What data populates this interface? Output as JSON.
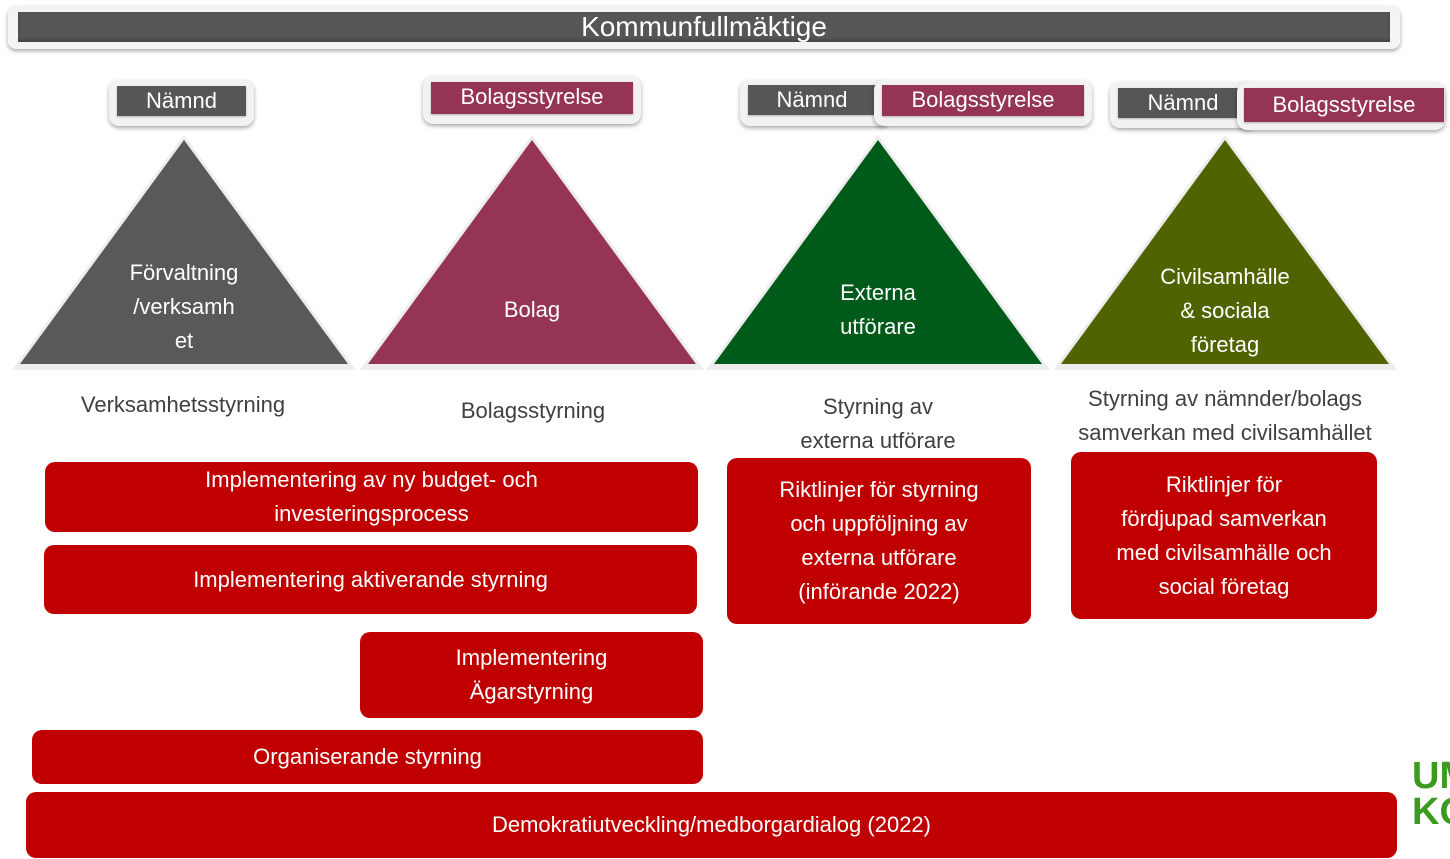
{
  "title": "Kommunfullmäktige",
  "tags": {
    "namnd": "Nämnd",
    "bolagsstyrelse": "Bolagsstyrelse"
  },
  "triangles": [
    {
      "label": "Förvaltning\n/verksamh\net",
      "color": "#595959"
    },
    {
      "label": "Bolag",
      "color": "#953455"
    },
    {
      "label": "Externa\nutförare",
      "color": "#005a1a"
    },
    {
      "label": "Civilsamhälle\n& sociala\nföretag",
      "color": "#4f6300"
    }
  ],
  "captions": [
    "Verksamhetsstyrning",
    "Bolagsstyrning",
    "Styrning av\nexterna utförare",
    "Styrning av nämnder/bolags\nsamverkan med civilsamhället"
  ],
  "boxes": {
    "budget": "Implementering av ny budget- och\ninvesteringsprocess",
    "aktiverande": "Implementering aktiverande styrning",
    "agarstyrning": "Implementering\nÄgarstyrning",
    "organiserande": "Organiserande styrning",
    "demokrati": "Demokratiutveckling/medborgardialog (2022)",
    "externa": "Riktlinjer för styrning\noch uppföljning av\nexterna utförare\n(införande 2022)",
    "civil": "Riktlinjer för\nfördjupad samverkan\nmed civilsamhälle och\nsocial företag"
  },
  "logo": "UM\nKO",
  "colors": {
    "red": "#c00000",
    "gray": "#565656",
    "maroon": "#953455",
    "green": "#005a1a",
    "olive": "#4f6300"
  }
}
